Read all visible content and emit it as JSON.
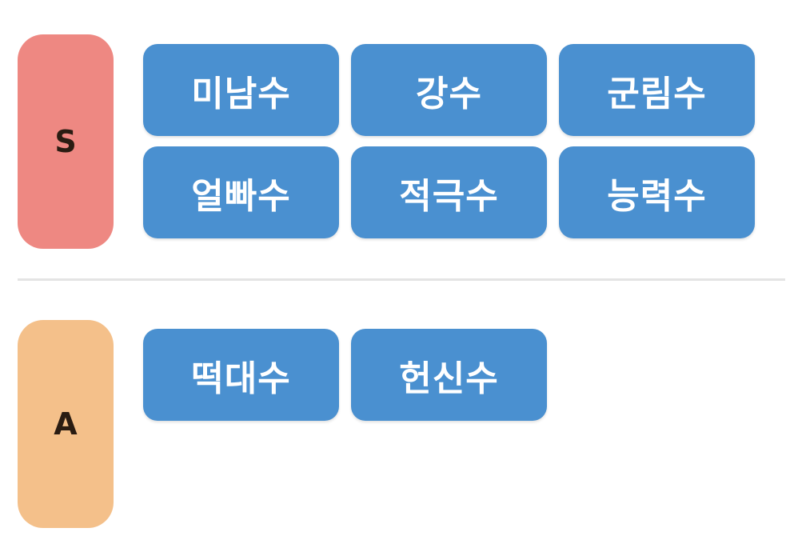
{
  "colors": {
    "chip_background": "#4a90d0",
    "chip_text": "#ffffff",
    "divider": "#e4e4e4",
    "label_text": "#2a1c12"
  },
  "tiers": [
    {
      "label": "S",
      "color": "#ee8882",
      "items": [
        "미남수",
        "강수",
        "군림수",
        "얼빠수",
        "적극수",
        "능력수"
      ]
    },
    {
      "label": "A",
      "color": "#f4c08a",
      "items": [
        "떡대수",
        "헌신수"
      ]
    }
  ]
}
